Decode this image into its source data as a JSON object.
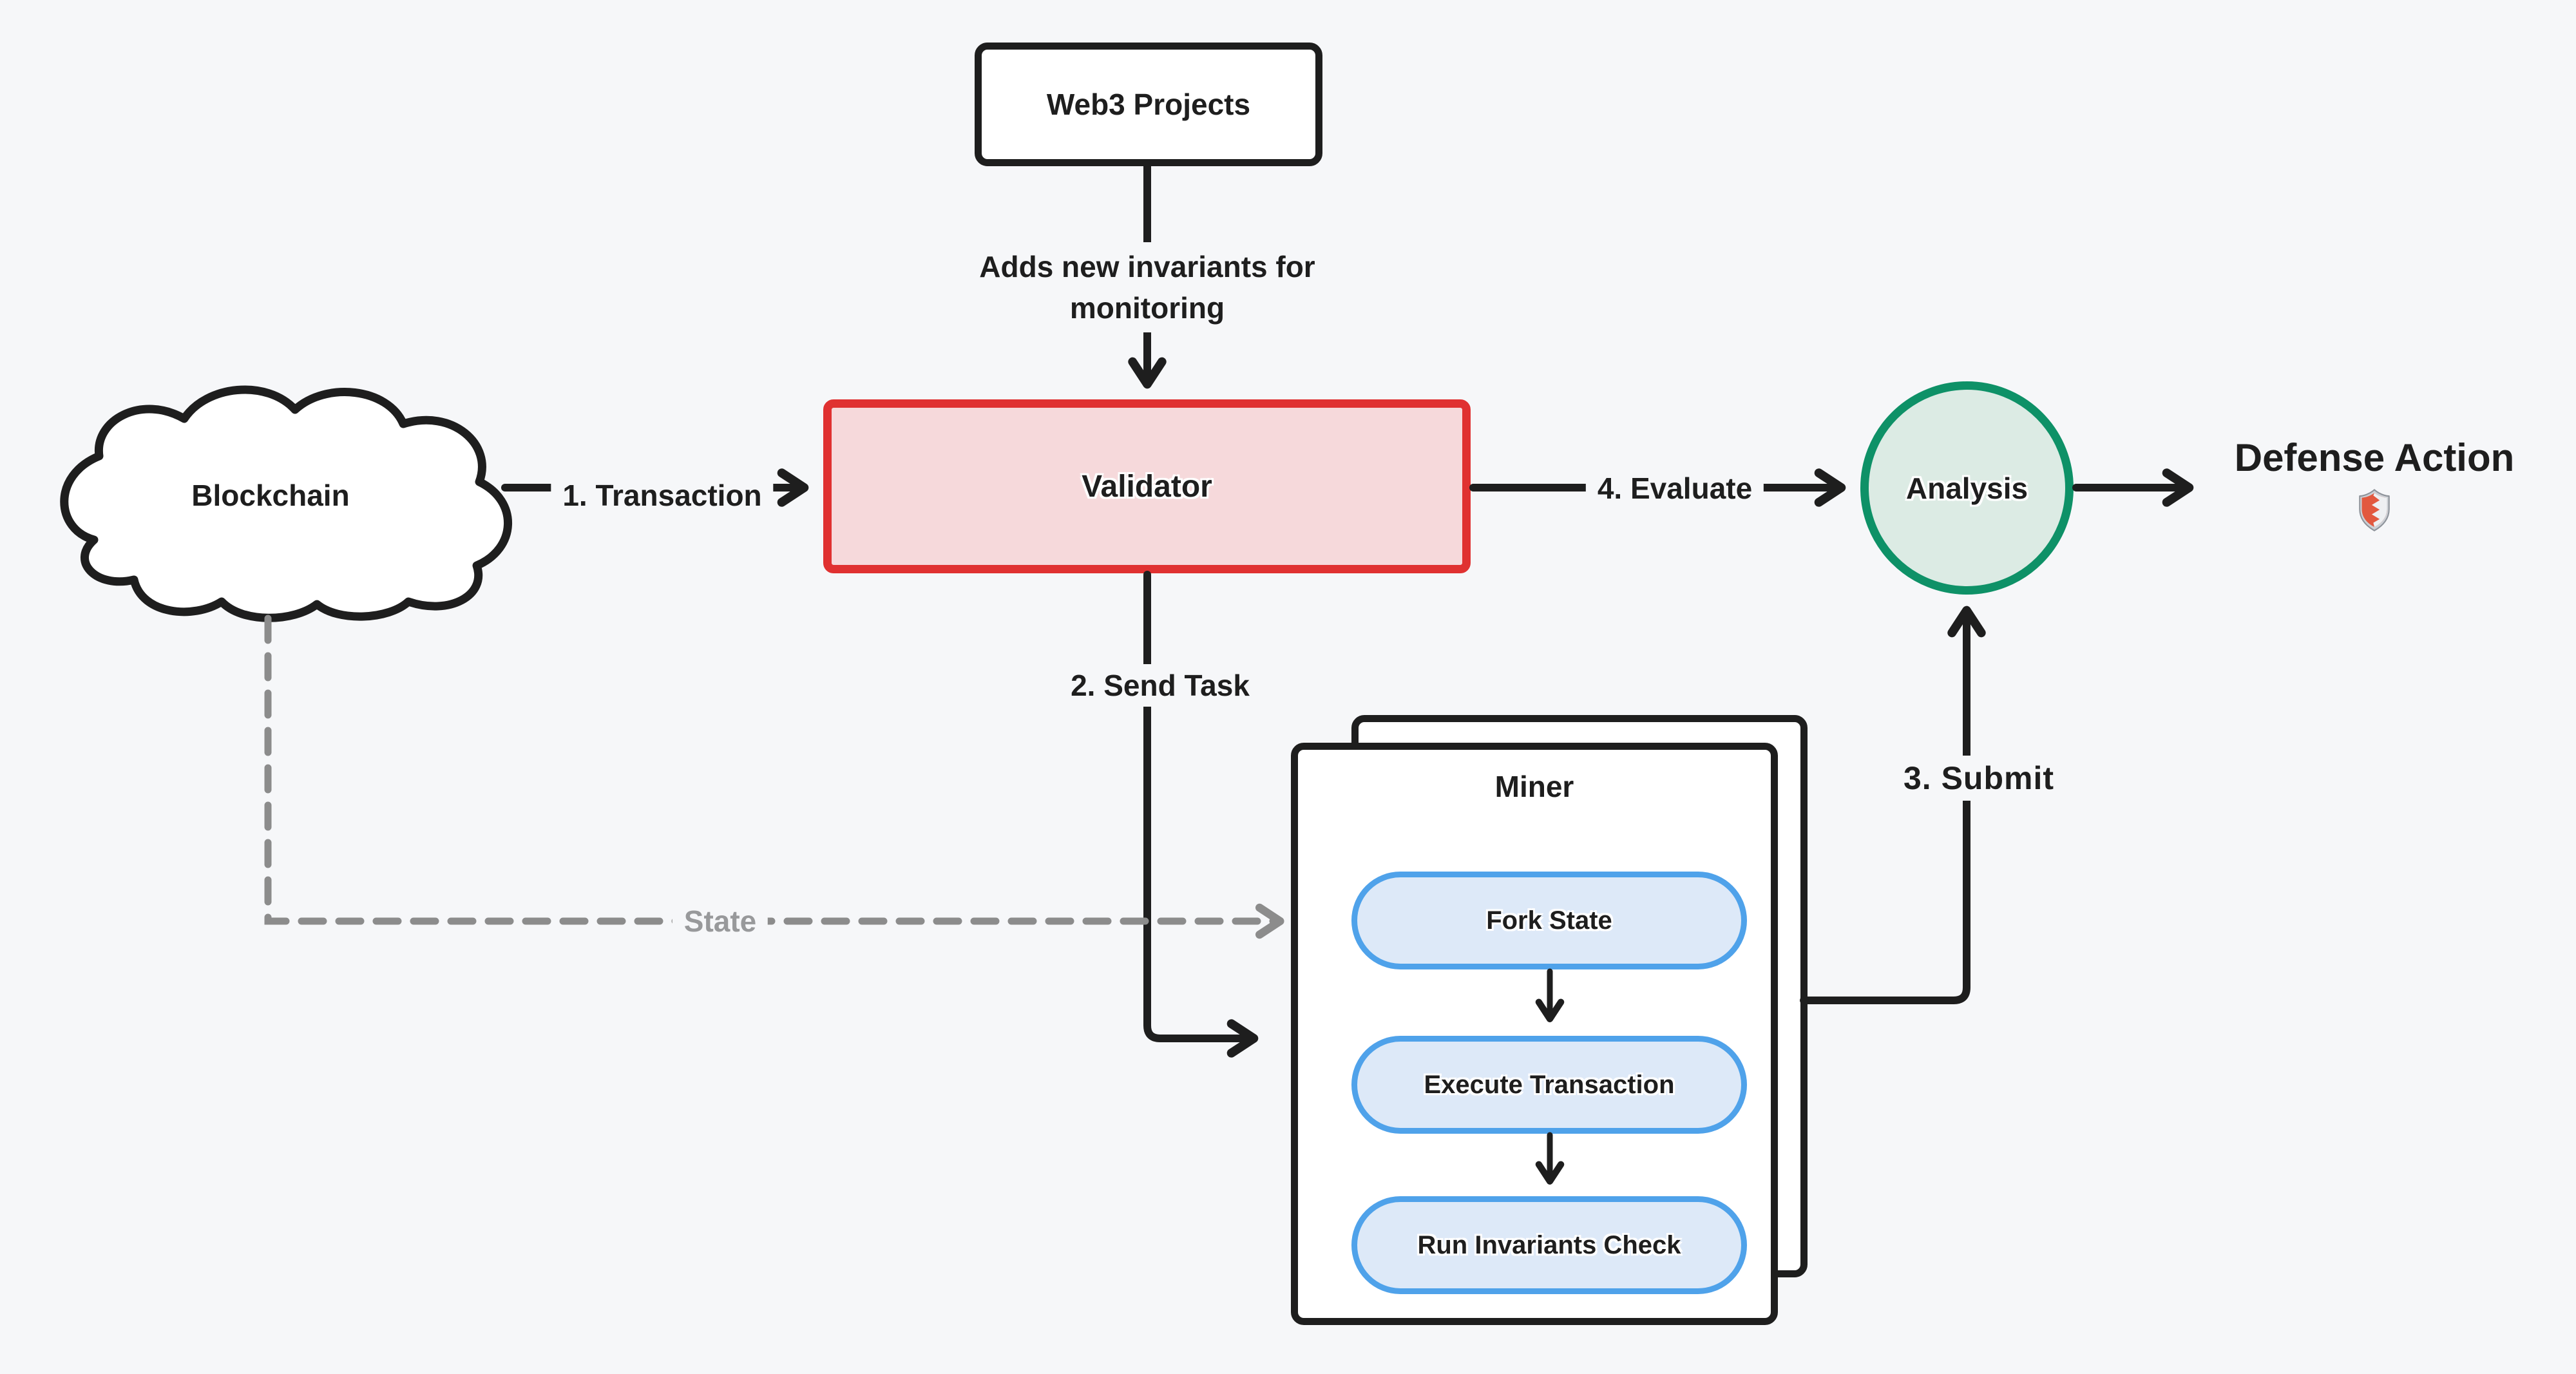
{
  "diagram": {
    "background_color": "#f6f7f9",
    "ink_color": "#1e1e1e",
    "nodes": {
      "web3": {
        "label": "Web3 Projects"
      },
      "blockchain": {
        "label": "Blockchain"
      },
      "validator": {
        "label": "Validator",
        "border_color": "#e03131",
        "fill_color": "#f6d9db"
      },
      "miner": {
        "title": "Miner",
        "steps": [
          "Fork State",
          "Execute Transaction",
          "Run Invariants Check"
        ],
        "step_border_color": "#4fa2ea",
        "step_fill_color": "#dde9f8"
      },
      "analysis": {
        "label": "Analysis",
        "border_color": "#0e9167",
        "fill_color": "#dcebe4"
      },
      "defense_action": {
        "label": "Defense Action",
        "icon": "shield-icon"
      }
    },
    "edges": {
      "adds_invariants": {
        "line1": "Adds new invariants for",
        "line2": "monitoring"
      },
      "transaction": {
        "label": "1. Transaction"
      },
      "send_task": {
        "label": "2. Send Task"
      },
      "submit": {
        "label": "3. Submit"
      },
      "evaluate": {
        "label": "4. Evaluate"
      },
      "state": {
        "label": "State",
        "color": "#8c8c8c"
      }
    }
  }
}
